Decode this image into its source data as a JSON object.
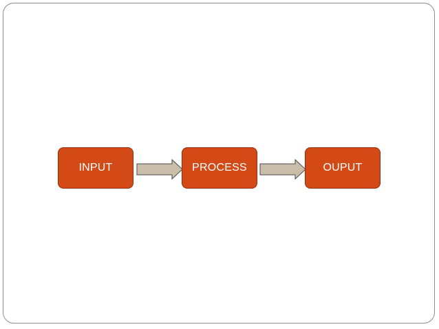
{
  "colors": {
    "box_fill": "#d44a17",
    "box_border": "#8e2e0e",
    "arrow_fill": "#c9bea9",
    "arrow_stroke": "#4a4a4a"
  },
  "flow": {
    "steps": [
      {
        "label": "INPUT"
      },
      {
        "label": "PROCESS"
      },
      {
        "label": "OUPUT"
      }
    ]
  }
}
